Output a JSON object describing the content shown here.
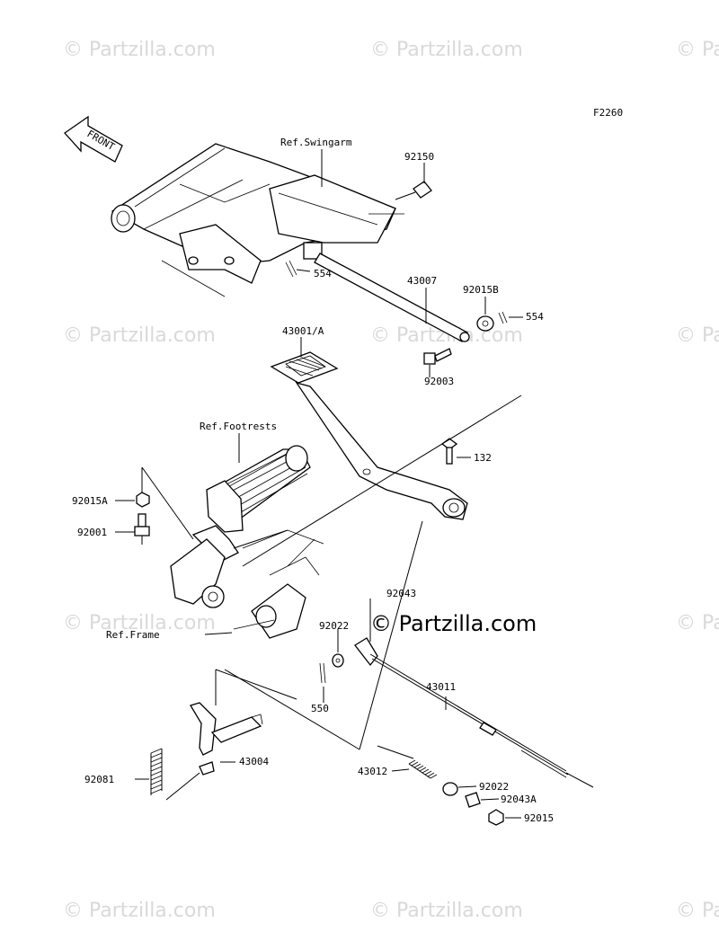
{
  "diagram": {
    "code": "F2260",
    "front_label": "FRONT",
    "logo": "© Partzilla.com",
    "watermark": "© Partzilla.com",
    "labels": {
      "ref_swingarm": "Ref.Swingarm",
      "p92150": "92150",
      "p554_top": "554",
      "p43007": "43007",
      "p92015B": "92015B",
      "p554_right": "554",
      "p43001A": "43001/A",
      "p92003": "92003",
      "ref_footrests": "Ref.Footrests",
      "p132": "132",
      "p92015A": "92015A",
      "p92001": "92001",
      "p92043_top": "92043",
      "p92022_top": "92022",
      "ref_frame": "Ref.Frame",
      "p550": "550",
      "p43011": "43011",
      "p43004": "43004",
      "p92081": "92081",
      "p43012": "43012",
      "p92022_bottom": "92022",
      "p92043A": "92043A",
      "p92015": "92015"
    }
  }
}
